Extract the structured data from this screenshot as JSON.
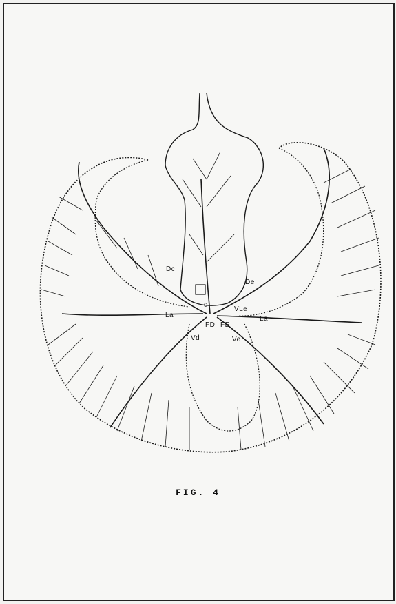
{
  "figure": {
    "caption": "FIG. 4",
    "labels": {
      "dc": "Dc",
      "de": "De",
      "d": "d",
      "vle": "VLe",
      "la_left": "La",
      "la_right": "La",
      "fd": "FD",
      "fe": "FE",
      "vd": "Vd",
      "ve": "Ve"
    }
  },
  "colors": {
    "ink": "#1a1a1a",
    "paper": "#f7f7f5",
    "frame": "#222222"
  }
}
